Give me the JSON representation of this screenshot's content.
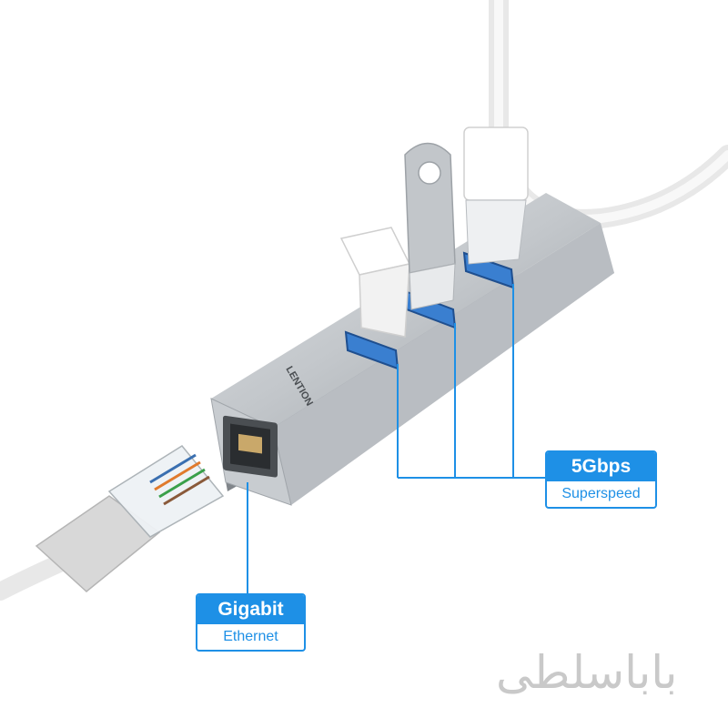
{
  "product": {
    "brand_label": "LENTION",
    "usb_callout": {
      "title": "5Gbps",
      "subtitle": "Superspeed"
    },
    "ethernet_callout": {
      "title": "Gigabit",
      "subtitle": "Ethernet"
    }
  },
  "watermark": "باباسلطی",
  "colors": {
    "accent_blue": "#1e90e6",
    "usb_port_blue": "#3a7fd0",
    "aluminum": "#b4b8bd",
    "background": "#ffffff"
  }
}
